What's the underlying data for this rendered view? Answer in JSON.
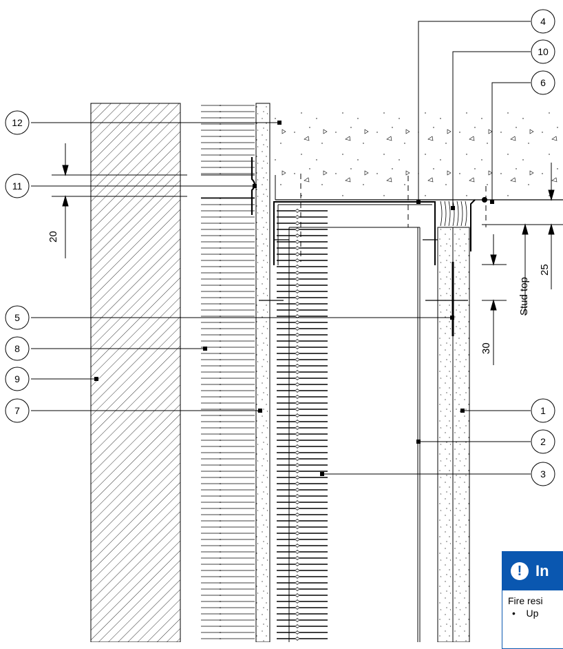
{
  "callouts": [
    {
      "num": "1"
    },
    {
      "num": "2"
    },
    {
      "num": "3"
    },
    {
      "num": "4"
    },
    {
      "num": "5"
    },
    {
      "num": "6"
    },
    {
      "num": "7"
    },
    {
      "num": "8"
    },
    {
      "num": "9"
    },
    {
      "num": "10"
    },
    {
      "num": "11"
    },
    {
      "num": "12"
    }
  ],
  "dimensions": {
    "d20": "20",
    "d25": "25",
    "d30": "30",
    "stud_top": "Stud top"
  },
  "note": {
    "title": "In",
    "icon": "!",
    "line1": "Fire resi",
    "bullet": "•",
    "line2": "Up"
  },
  "colors": {
    "accent": "#0a57b0",
    "line": "#000000"
  }
}
